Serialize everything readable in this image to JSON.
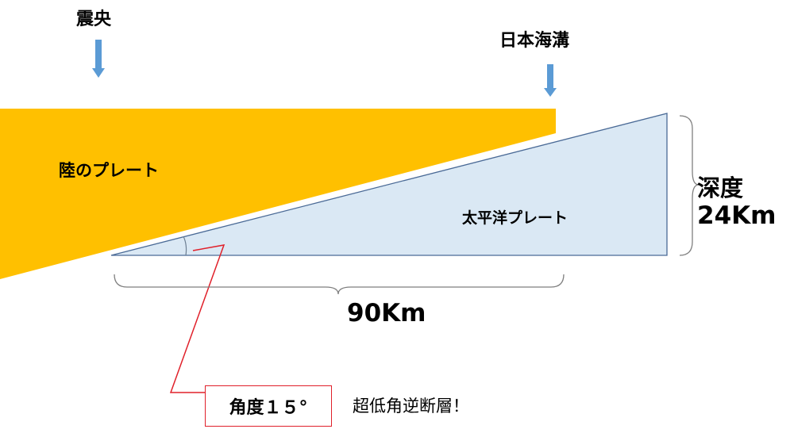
{
  "labels": {
    "epicenter": "震央",
    "trench": "日本海溝",
    "land_plate": "陸のプレート",
    "pacific_plate": "太平洋プレート",
    "depth_title": "深度",
    "depth_value": "24Km",
    "width_value": "90Km",
    "angle": "角度１５°",
    "note": "超低角逆断層！"
  },
  "colors": {
    "land_plate": "#ffc000",
    "pacific_plate": "#dae8f4",
    "pacific_outline": "#4a6a96",
    "arrow": "#5b9bd5",
    "callout": "#e0202a"
  },
  "icons": {
    "epicenter_marker": "down-arrow-icon",
    "trench_marker": "down-arrow-icon"
  }
}
